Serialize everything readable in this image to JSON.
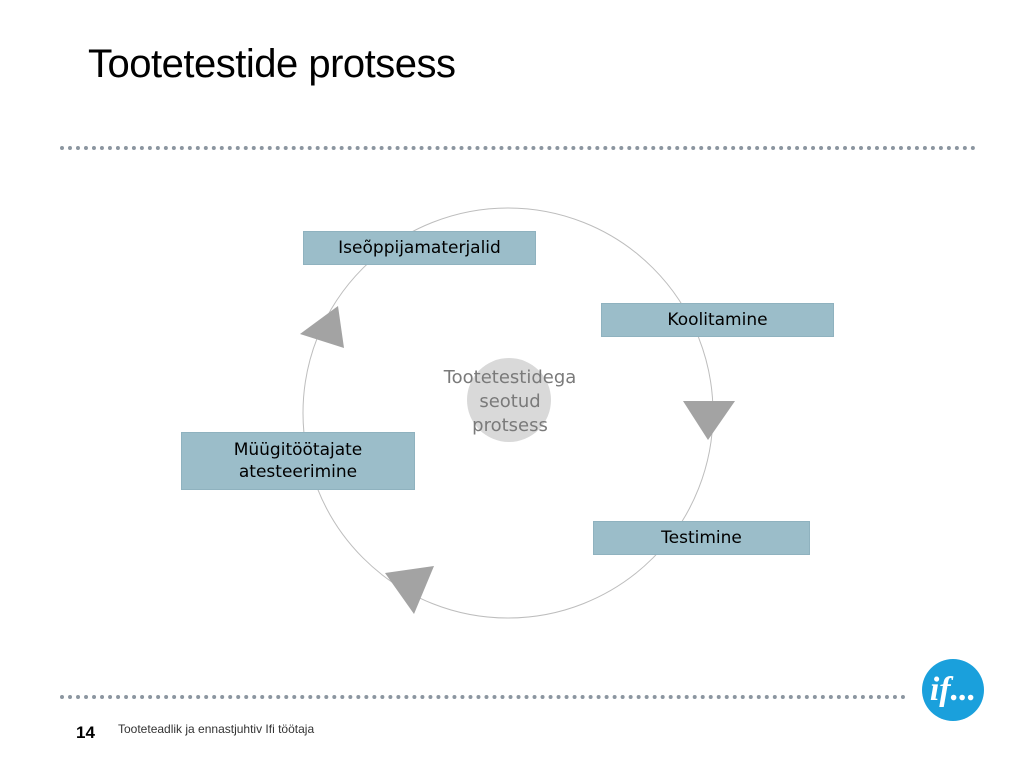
{
  "slide": {
    "title": "Tootetestide protsess",
    "page_number": "14",
    "footer": "Tooteteadlik ja ennastjuhtiv Ifi töötaja",
    "logo_text": "if..."
  },
  "diagram": {
    "center": [
      "Tootetestidega",
      "seotud",
      "protsess"
    ],
    "steps": [
      {
        "id": "iseoppija",
        "label": "Iseõppijamaterjalid"
      },
      {
        "id": "koolitamine",
        "label": "Koolitamine"
      },
      {
        "id": "testimine",
        "label": "Testimine"
      },
      {
        "id": "atesteerimine",
        "label_line1": "Müügitöötajate",
        "label_line2": "atesteerimine"
      }
    ],
    "colors": {
      "box": "#9bbdc9",
      "arrow": "#a3a3a3",
      "circle": "#bdbdbd",
      "center_disc": "#d9d9d9",
      "logo": "#1aa0dc"
    }
  }
}
